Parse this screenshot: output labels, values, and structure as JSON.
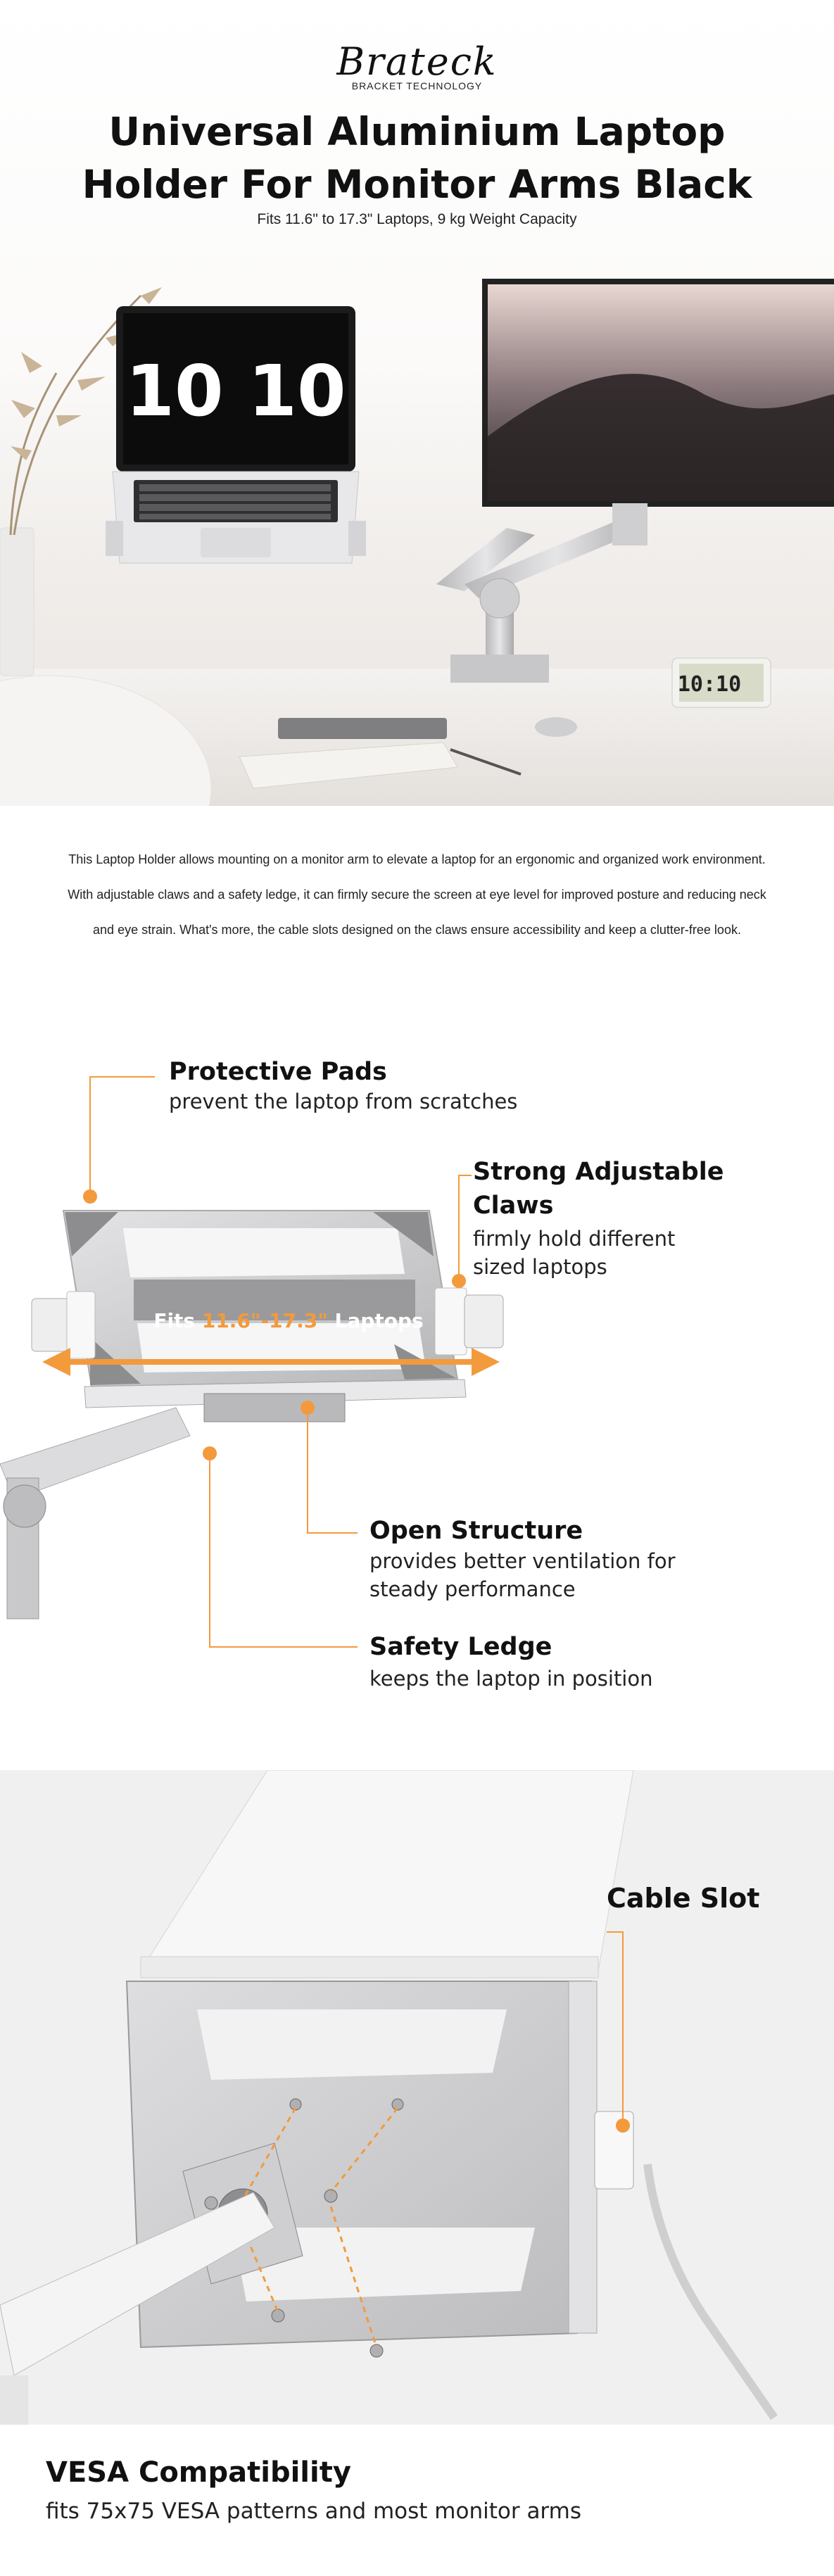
{
  "brand": {
    "logo": "Brateck",
    "tagline": "BRACKET TECHNOLOGY"
  },
  "hero": {
    "title_line1": "Universal Aluminium Laptop",
    "title_line2": "Holder For Monitor Arms Black",
    "subtitle": "Fits 11.6\" to 17.3\" Laptops, 9 kg Weight Capacity",
    "laptop_clock": "10 10",
    "desk_clock": "10:10"
  },
  "description": "This Laptop Holder allows mounting on a monitor arm to elevate a laptop for an ergonomic and organized work environment. With adjustable claws and a safety ledge, it can firmly secure the screen at eye level for improved posture and reducing neck and eye strain. What's more, the cable slots designed on the claws ensure accessibility and keep a clutter-free look.",
  "features": {
    "protective_pads": {
      "title": "Protective Pads",
      "desc": "prevent the laptop from scratches"
    },
    "claws": {
      "title_line1": "Strong Adjustable",
      "title_line2": "Claws",
      "desc_line1": "firmly hold different",
      "desc_line2": "sized laptops"
    },
    "open_structure": {
      "title": "Open Structure",
      "desc_line1": "provides better ventilation for",
      "desc_line2": "steady performance"
    },
    "safety_ledge": {
      "title": "Safety Ledge",
      "desc": "keeps the laptop in position"
    },
    "fits": {
      "prefix": "Fits ",
      "range": "11.6\"-17.3\"",
      "suffix": " Laptops"
    }
  },
  "vesa": {
    "cable_slot": "Cable Slot",
    "title": "VESA Compatibility",
    "desc": "fits 75x75 VESA patterns and most monitor arms"
  },
  "colors": {
    "accent": "#f39a3c",
    "text": "#111111",
    "aluminium": "#c9c9cb"
  }
}
